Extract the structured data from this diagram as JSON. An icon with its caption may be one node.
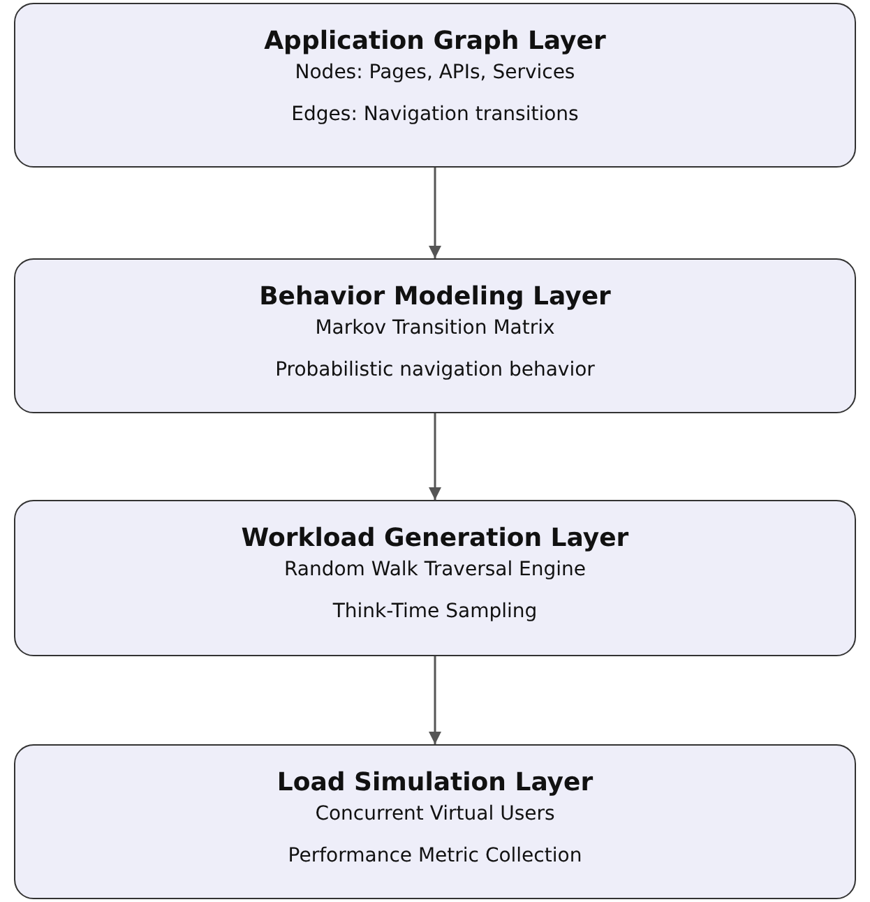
{
  "diagram": {
    "nodes": [
      {
        "text": [
          "Application Graph Layer",
          "Nodes: Pages, APIs, Services",
          "Edges: Navigation transitions"
        ]
      },
      {
        "text": [
          "Behavior Modeling Layer",
          "Markov Transition Matrix",
          "Probabilistic navigation behavior"
        ]
      },
      {
        "text": [
          "Workload Generation Layer",
          "Random Walk Traversal Engine",
          "Think-Time Sampling"
        ]
      },
      {
        "text": [
          "Load Simulation Layer",
          "Concurrent Virtual Users",
          "Performance Metric Collection"
        ]
      }
    ],
    "edges": [
      {
        "from": 0,
        "to": 1,
        "arrow": "to"
      },
      {
        "from": 1,
        "to": 2,
        "arrow": "to"
      },
      {
        "from": 2,
        "to": 3,
        "arrow": "to"
      }
    ]
  }
}
